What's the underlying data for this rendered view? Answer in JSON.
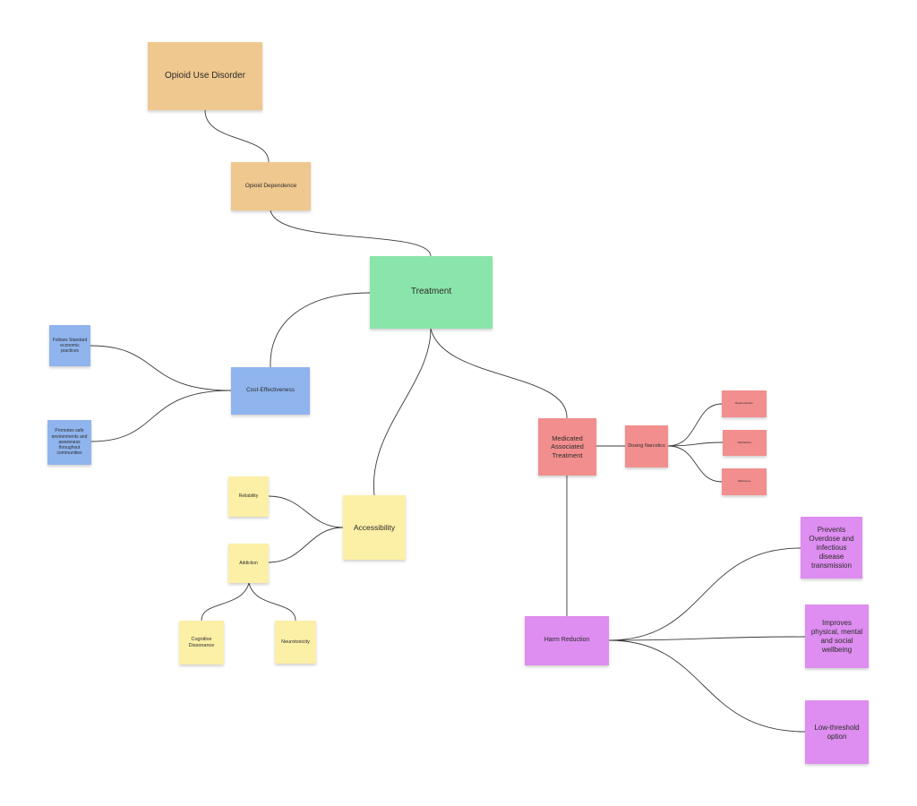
{
  "colors": {
    "orange": "#efc88f",
    "green": "#8ae5aa",
    "blue": "#8fb4ee",
    "yellow": "#fcefa6",
    "red": "#f28e8e",
    "purple": "#de8df0",
    "connector": "#3a3a3a",
    "background": "#ffffff"
  },
  "notes": {
    "opioid_use_disorder": "Opioid Use Disorder",
    "opioid_dependence": "Opioid Dependence",
    "treatment": "Treatment",
    "cost_effectiveness": "Cost-Effectiveness",
    "follows_standard": "Follows Standard economic practices",
    "promotes_safe": "Promotes safe environments and awareness throughout communities",
    "accessibility": "Accessibility",
    "reliability": "Reliability",
    "addiction": "Addiction",
    "cognitive_dissonance": "Cognitive Dissonance",
    "neurotoxicity": "Neurotoxicity",
    "medicated_associated_treatment": "Medicated Associated Treatment",
    "dosing_narcotics": "Dosing Narcotics",
    "buprenorphine": "Buprenorphine",
    "methadone": "Methadone",
    "naltrexone": "Naltrexone",
    "harm_reduction": "Harm Reduction",
    "prevents_overdose": "Prevents Overdose and infectious disease transmission",
    "improves_wellbeing": "Improves physical, mental and social wellbeing",
    "low_threshold": "Low-threshold option"
  }
}
